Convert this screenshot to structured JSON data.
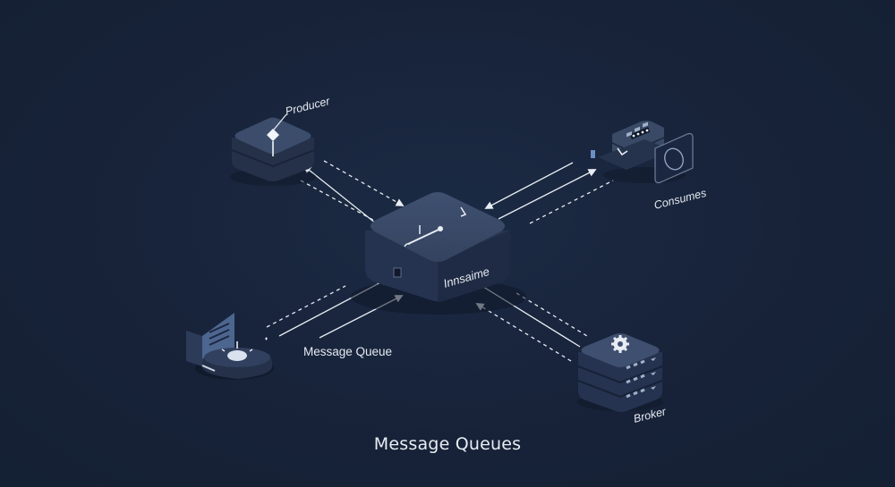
{
  "title": "Message Queues",
  "nodes": {
    "producer": {
      "label": "Producer",
      "icon": "upload-arrow-icon"
    },
    "consumer": {
      "label": "Consumes",
      "icon": "consumer-device-icon"
    },
    "queue": {
      "label": "Innsaime",
      "icon": "queue-box-icon"
    },
    "client": {
      "label": "Message Queue",
      "icon": "monitor-hub-icon"
    },
    "broker": {
      "label": "Broker",
      "icon": "server-stack-icon"
    }
  },
  "colors": {
    "background": "#172238",
    "node_top": "#3a4a66",
    "node_side": "#243149",
    "arrow": "#e9edf3",
    "accent": "#6d8fc4"
  }
}
